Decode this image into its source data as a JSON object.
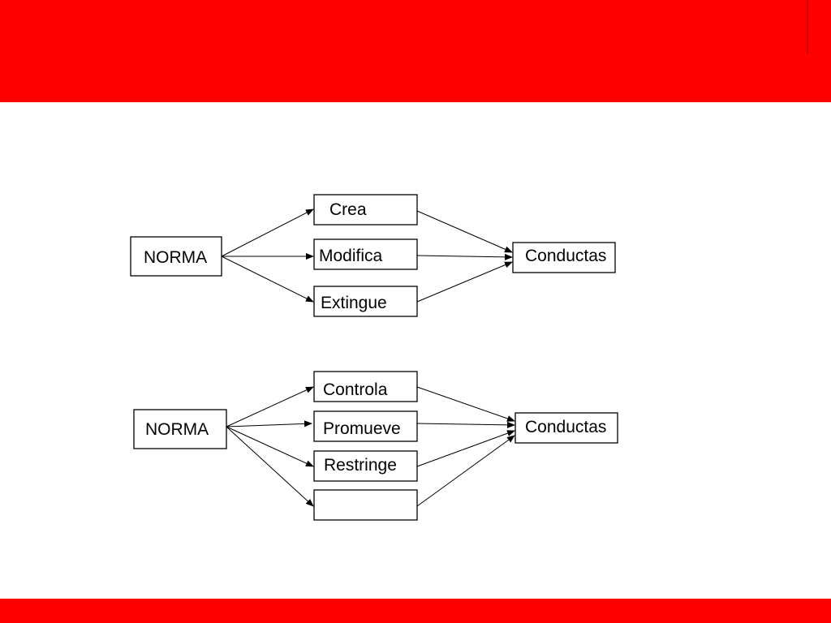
{
  "colors": {
    "banner": "#ff0000",
    "stroke": "#000000",
    "text": "#000000"
  },
  "diagrams": [
    {
      "source": "NORMA",
      "middle": [
        "Crea",
        "Modifica",
        "Extingue"
      ],
      "target": "Conductas"
    },
    {
      "source": "NORMA",
      "middle": [
        "Controla",
        "Promueve",
        "Restringe",
        ""
      ],
      "target": "Conductas"
    }
  ]
}
